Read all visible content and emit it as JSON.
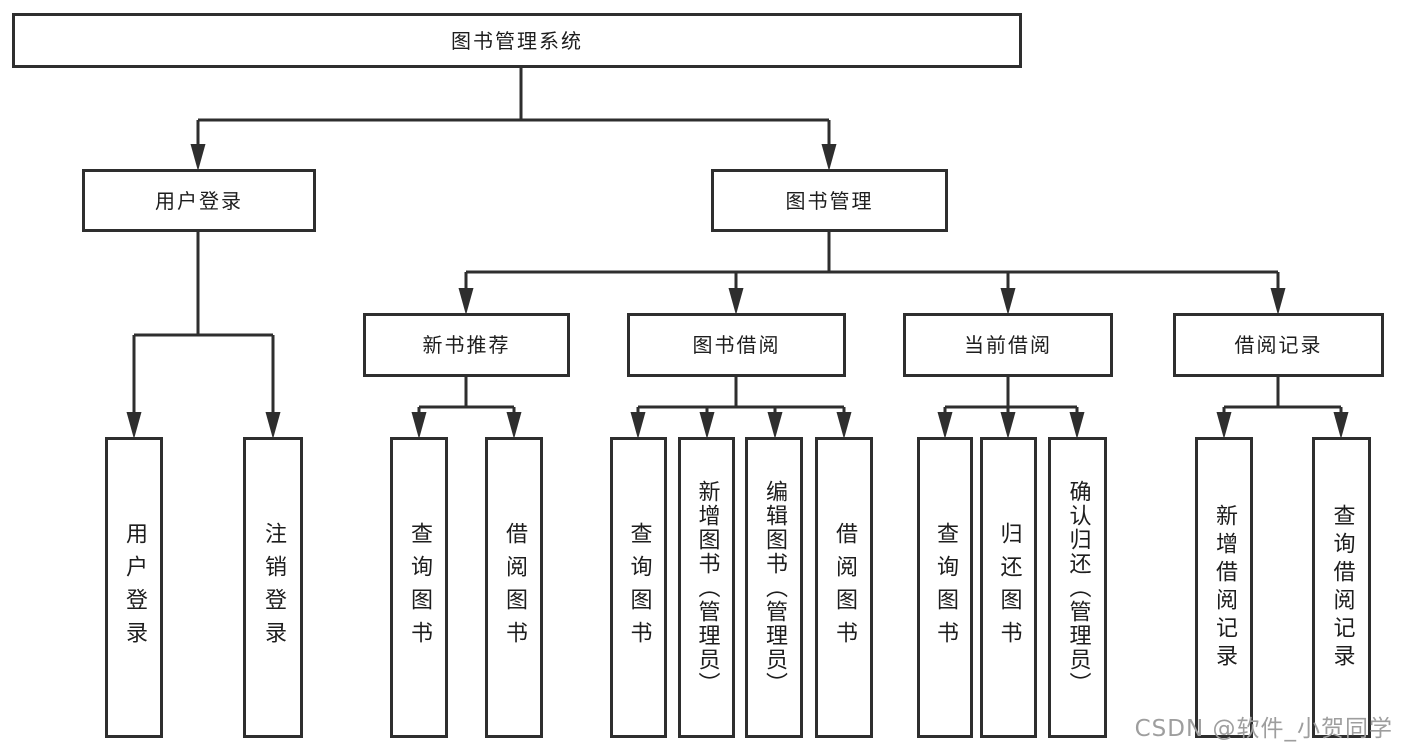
{
  "diagram": {
    "root": "图书管理系统",
    "level2": {
      "user_login": "用户登录",
      "book_mgmt": "图书管理"
    },
    "level3": {
      "new_books": "新书推荐",
      "book_borrow": "图书借阅",
      "current_borrow": "当前借阅",
      "borrow_records": "借阅记录"
    },
    "leaves": {
      "user_login": [
        "用户登录",
        "注销登录"
      ],
      "new_books": [
        "查询图书",
        "借阅图书"
      ],
      "book_borrow": [
        "查询图书",
        "新增图书（管理员）",
        "编辑图书（管理员）",
        "借阅图书"
      ],
      "current_borrow": [
        "查询图书",
        "归还图书",
        "确认归还（管理员）"
      ],
      "borrow_records": [
        "新增借阅记录",
        "查询借阅记录"
      ]
    }
  },
  "watermark": "CSDN @软件_小贺同学",
  "colors": {
    "line": "#2e2e2e",
    "text": "#1d1d1d",
    "watermark": "#9e9e9e",
    "background": "#ffffff"
  }
}
